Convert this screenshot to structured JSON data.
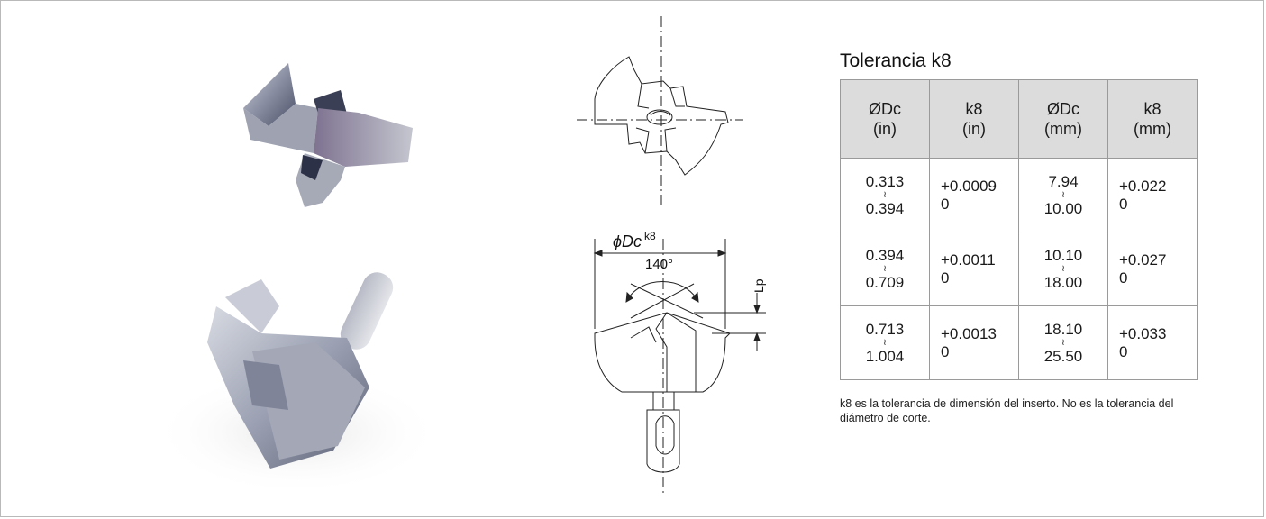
{
  "table": {
    "title": "Tolerancia k8",
    "headers": [
      [
        "ØDc",
        "(in)"
      ],
      [
        "k8",
        "(in)"
      ],
      [
        "ØDc",
        "(mm)"
      ],
      [
        "k8",
        "(mm)"
      ]
    ],
    "rows": [
      {
        "dc_in_from": "0.313",
        "dc_in_to": "0.394",
        "k8_in_upper": "+0.0009",
        "k8_in_lower": "0",
        "dc_mm_from": "7.94",
        "dc_mm_to": "10.00",
        "k8_mm_upper": "+0.022",
        "k8_mm_lower": "0"
      },
      {
        "dc_in_from": "0.394",
        "dc_in_to": "0.709",
        "k8_in_upper": "+0.0011",
        "k8_in_lower": "0",
        "dc_mm_from": "10.10",
        "dc_mm_to": "18.00",
        "k8_mm_upper": "+0.027",
        "k8_mm_lower": "0"
      },
      {
        "dc_in_from": "0.713",
        "dc_in_to": "1.004",
        "k8_in_upper": "+0.0013",
        "k8_in_lower": "0",
        "dc_mm_from": "18.10",
        "dc_mm_to": "25.50",
        "k8_mm_upper": "+0.033",
        "k8_mm_lower": "0"
      }
    ],
    "range_symbol": "≀",
    "note": "k8 es la tolerancia de dimensión del inserto. No es la tolerancia del diámetro de corte."
  },
  "drawing": {
    "dc_label": "ϕDc",
    "dc_superscript": "k8",
    "angle_label": "140°",
    "lp_label": "Lp"
  },
  "colors": {
    "header_bg": "#dcdcdc",
    "border": "#9a9a9a",
    "frame": "#b9b9b9"
  }
}
